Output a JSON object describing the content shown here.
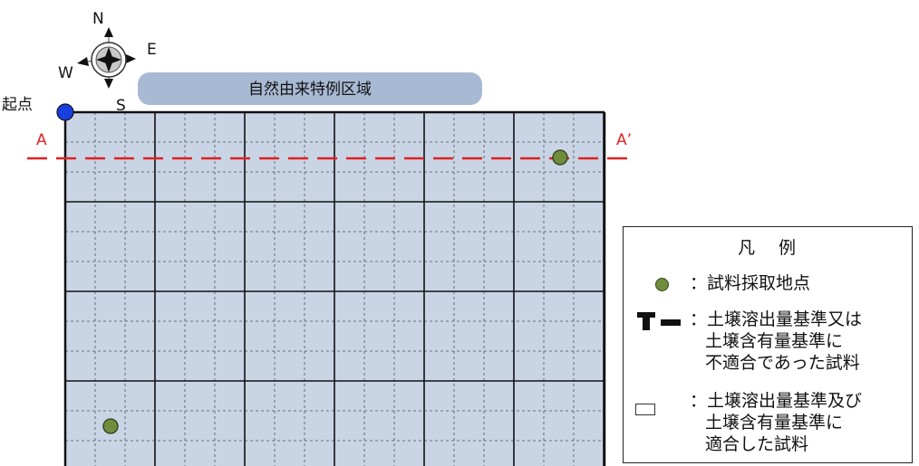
{
  "map": {
    "region_label": "自然由来特例区域",
    "start_label": "起点",
    "section_start": "A",
    "section_end": "A’",
    "compass": {
      "n": "N",
      "e": "E",
      "s": "S",
      "w": "W"
    },
    "colors": {
      "grid_fill": "#c9d5e5",
      "banner_fill": "#a8b9d3",
      "section_line": "#e02020",
      "start_point": "#1a3fe0",
      "sample_point": "#6f8d3c"
    },
    "sample_points": [
      {
        "col": 5.5,
        "row": 0.5
      },
      {
        "col": 0.5,
        "row": 3.5
      }
    ]
  },
  "legend": {
    "title_parts": [
      "凡",
      "例"
    ],
    "items": [
      {
        "symbol": "sample-point",
        "lines": [
          "：試料採取地点"
        ]
      },
      {
        "symbol": "nonconforming",
        "lines": [
          "：土壌溶出量基準又は",
          "土壌含有量基準に",
          "不適合であった試料"
        ]
      },
      {
        "symbol": "conforming",
        "lines": [
          "：土壌溶出量基準及び",
          "土壌含有量基準に",
          "適合した試料"
        ]
      }
    ]
  }
}
